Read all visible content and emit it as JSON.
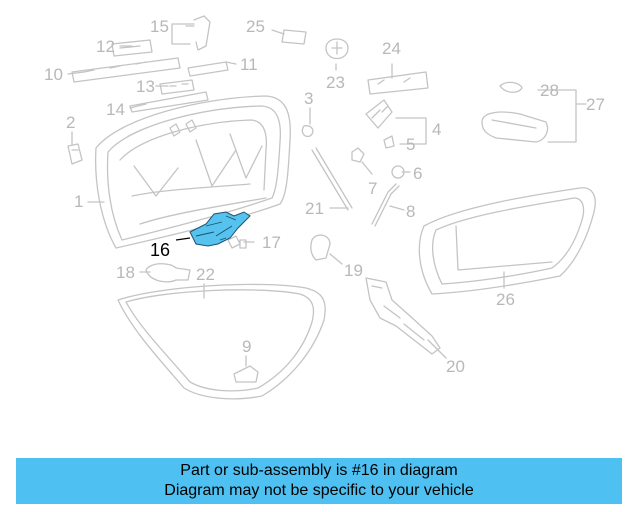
{
  "diagram": {
    "callouts": [
      "1",
      "2",
      "3",
      "4",
      "5",
      "6",
      "7",
      "8",
      "9",
      "10",
      "11",
      "12",
      "13",
      "14",
      "15",
      "16",
      "17",
      "18",
      "19",
      "20",
      "21",
      "22",
      "23",
      "24",
      "25",
      "26",
      "27",
      "28"
    ],
    "highlighted_part": "16",
    "colors": {
      "line": "#c4c4c4",
      "label": "#b8b8b8",
      "highlight": "#56c3ee",
      "highlight_label": "#000000",
      "banner": "#4ec1f2"
    }
  },
  "banner": {
    "line1": "Part or sub-assembly is #16 in diagram",
    "line2": "Diagram may not be specific to your vehicle"
  }
}
